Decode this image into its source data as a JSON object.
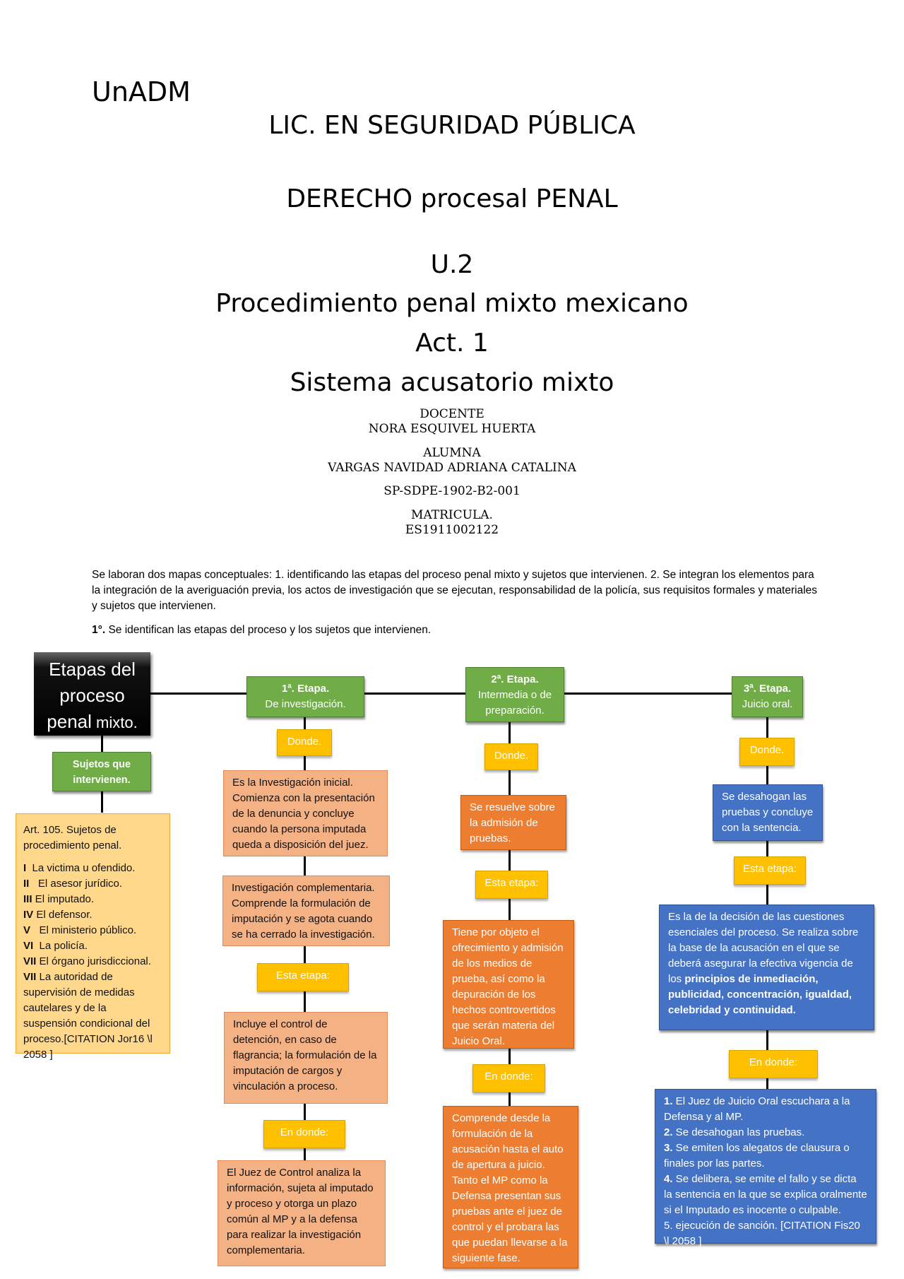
{
  "header": {
    "institution": "UnADM",
    "degree": "LIC. EN SEGURIDAD PÚBLICA",
    "subject": "DERECHO procesal PENAL",
    "unit": "U.2",
    "unit_title": "Procedimiento penal mixto mexicano",
    "activity": "Act. 1",
    "activity_title": "Sistema acusatorio mixto"
  },
  "credits": {
    "teacher_label": "DOCENTE",
    "teacher_name": "NORA ESQUIVEL HUERTA",
    "student_label": "ALUMNA",
    "student_name": "VARGAS NAVIDAD ADRIANA CATALINA",
    "group": "SP-SDPE-1902-B2-001",
    "id_label": "MATRICULA.",
    "id_value": "ES1911002122"
  },
  "intro": {
    "paragraph": "Se laboran dos mapas conceptuales: 1.  identificando las etapas del proceso penal mixto y sujetos que intervienen. 2. Se integran los elementos para la integración de la averiguación previa, los actos de investigación que se ejecutan, responsabilidad de la policía, sus requisitos formales y materiales y sujetos que intervienen.",
    "step_number": "1°.",
    "step_text": " Se identifican las etapas del proceso y los sujetos que intervienen."
  },
  "map": {
    "root": {
      "line1": "Etapas del",
      "line2": "proceso",
      "line3a": "penal",
      "line3b": " mixto."
    },
    "subjects": {
      "header_line1": "Sujetos que",
      "header_line2": "intervienen.",
      "intro": "Art. 105. Sujetos de procedimiento penal.",
      "items": [
        {
          "num": "I",
          "text": "  La victima u ofendido."
        },
        {
          "num": "II",
          "text": "   El asesor jurídico."
        },
        {
          "num": "III",
          "text": " El imputado."
        },
        {
          "num": "IV",
          "text": " El defensor."
        },
        {
          "num": "V",
          "text": "   El ministerio público."
        },
        {
          "num": "VI",
          "text": "  La policía."
        },
        {
          "num": "VII",
          "text": " El órgano jurisdiccional."
        },
        {
          "num": "VII",
          "text": " La autoridad de supervisión de medidas cautelares y de la suspensión condicional del proceso.[CITATION Jor16 \\l 2058 ]"
        }
      ]
    },
    "stage1": {
      "title": "1ª. Etapa.",
      "subtitle": "De investigación.",
      "where1": "Donde.",
      "desc": "Es la Investigación inicial. Comienza con la presentación de la denuncia y concluye cuando la persona imputada queda a disposición del juez.",
      "desc2": "Investigación complementaria. Comprende la formulación de imputación y se agota cuando se ha cerrado la investigación.",
      "this_stage": "Esta etapa:",
      "includes": "Incluye el control de detención, en caso de flagrancia; la formulación de la imputación de cargos y vinculación a proceso.",
      "where2": "En donde:",
      "detail": "El Juez de Control analiza la información, sujeta al imputado y proceso y otorga un plazo común al MP y a la defensa para realizar la investigación complementaria."
    },
    "stage2": {
      "title": "2ª. Etapa.",
      "subtitle": "Intermedia o de preparación.",
      "where1": "Donde.",
      "desc": "Se resuelve sobre la admisión de pruebas.",
      "this_stage": "Esta etapa:",
      "objective": "Tiene por objeto el ofrecimiento y admisión de los medios de prueba, así como la depuración de los hechos controvertidos que serán materia del Juicio Oral.",
      "where2": "En donde:",
      "detail": "Comprende desde la formulación de la acusación hasta el auto de apertura a juicio. Tanto el MP como la Defensa presentan sus pruebas ante el juez de control y el probara las que puedan llevarse a la siguiente fase."
    },
    "stage3": {
      "title": "3ª. Etapa.",
      "subtitle": "Juicio oral.",
      "where1": "Donde.",
      "desc": "Se desahogan las pruebas y concluye con la sentencia.",
      "this_stage": "Esta etapa:",
      "decision_text": "Es la de la decisión de las cuestiones esenciales del proceso. Se realiza sobre la base de la acusación en el que se deberá asegurar la efectiva vigencia de los ",
      "decision_bold": "principios de inmediación, publicidad, concentración, igualdad, celebridad y continuidad.",
      "where2": "En donde:",
      "steps": [
        {
          "num": "1.",
          "text": " El Juez de Juicio Oral escuchara a la Defensa y al MP."
        },
        {
          "num": "2.",
          "text": " Se desahogan las pruebas."
        },
        {
          "num": "3.",
          "text": " Se emiten los alegatos de clausura o finales por las partes."
        },
        {
          "num": "4.",
          "text": " Se delibera, se emite el fallo y se dicta la sentencia en la que se explica oralmente si el Imputado es inocente o culpable."
        },
        {
          "num": "",
          "text": "5. ejecución de sanción. [CITATION Fis20 \\l 2058 ]"
        }
      ]
    }
  }
}
